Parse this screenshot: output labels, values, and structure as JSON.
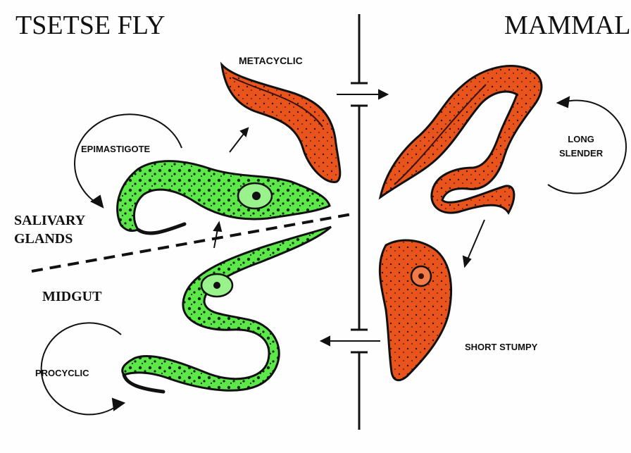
{
  "titles": {
    "left": "TSETSE FLY",
    "right": "MAMMAL"
  },
  "regions": {
    "salivary_line1": "SALIVARY",
    "salivary_line2": "GLANDS",
    "midgut": "MIDGUT"
  },
  "stages": {
    "metacyclic": "METACYCLIC",
    "epimastigote": "EPIMASTIGOTE",
    "procyclic": "PROCYCLIC",
    "long_slender_line1": "LONG",
    "long_slender_line2": "SLENDER",
    "short_stumpy": "SHORT STUMPY"
  },
  "colors": {
    "insect_form": "#5de84a",
    "mammal_form": "#e8541c",
    "ink": "#111111"
  }
}
